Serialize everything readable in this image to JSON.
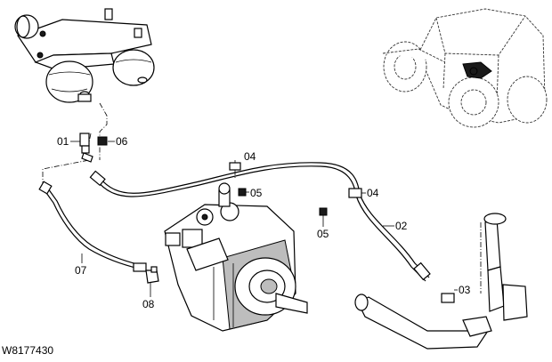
{
  "drawing_code": "W8177430",
  "callouts": [
    "01",
    "02",
    "03",
    "04",
    "04",
    "05",
    "05",
    "06",
    "07",
    "08"
  ]
}
